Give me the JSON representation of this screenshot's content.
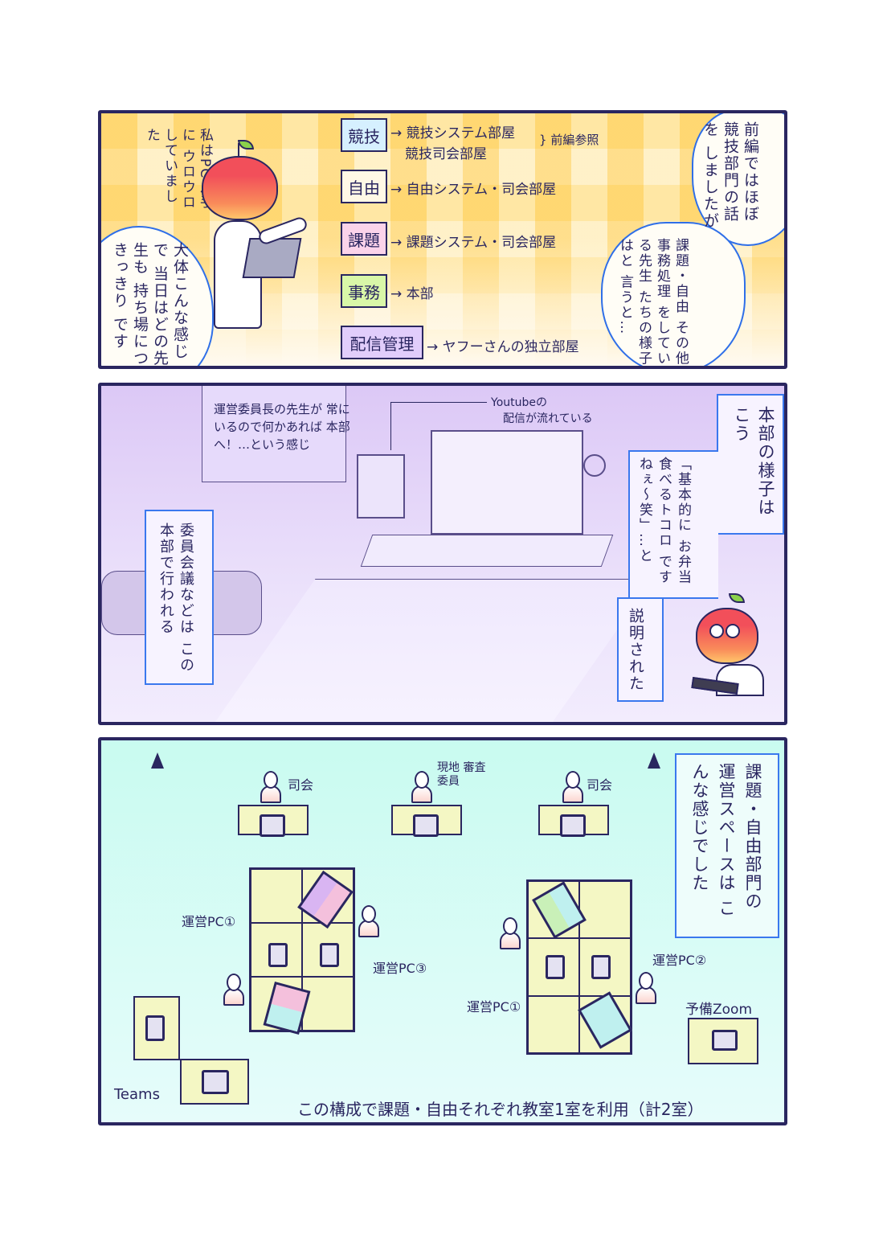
{
  "panel1": {
    "narration_left": "私はPC片手に ウロウロ していました",
    "bubble_left": "大体こんな感じで 当日はどの先生も 持ち場につきっきり です",
    "categories": [
      {
        "label": "競技",
        "color": "#d6f0ff",
        "targets": [
          "競技システム部屋",
          "競技司会部屋"
        ],
        "note": "前編参照"
      },
      {
        "label": "自由",
        "color": "#fff8e6",
        "targets": [
          "自由システム・司会部屋"
        ]
      },
      {
        "label": "課題",
        "color": "#fbd3ea",
        "targets": [
          "課題システム・司会部屋"
        ]
      },
      {
        "label": "事務",
        "color": "#d9f7a8",
        "targets": [
          "本部"
        ]
      },
      {
        "label": "配信管理",
        "color": "#e1cdfb",
        "targets": [
          "ヤフーさんの独立部屋"
        ]
      }
    ],
    "bubble_right_top": "前編ではほぼ 競技部門の話を しましたが",
    "bubble_right_bottom": "課題・自由 その他事務処理 をしている先生 たちの様子はと 言うと…"
  },
  "panel2": {
    "note_chair": "運営委員長の先生が 常にいるので何かあれば 本部へ！…という感じ",
    "note_youtube_1": "Youtubeの",
    "note_youtube_2": "配信が流れている",
    "box_meeting": "委員会議などは この本部で行われる",
    "box_title": "本部の様子は こう",
    "box_quote": "「基本的に お弁当食べるトコロ ですねぇ〜笑」…と",
    "box_explained": "説明された"
  },
  "panel3": {
    "top_labels": [
      "司会",
      "現地 審査委員",
      "司会"
    ],
    "left_pc1": "運営PC①",
    "left_pc3": "運営PC③",
    "right_pc2": "運営PC②",
    "right_pc1": "運営PC①",
    "teams": "Teams",
    "spare_zoom": "予備Zoom",
    "title_box": "課題・自由部門の 運営スペースは こんな感じでした",
    "caption": "この構成で課題・自由それぞれ教室1室を利用（計2室）"
  }
}
